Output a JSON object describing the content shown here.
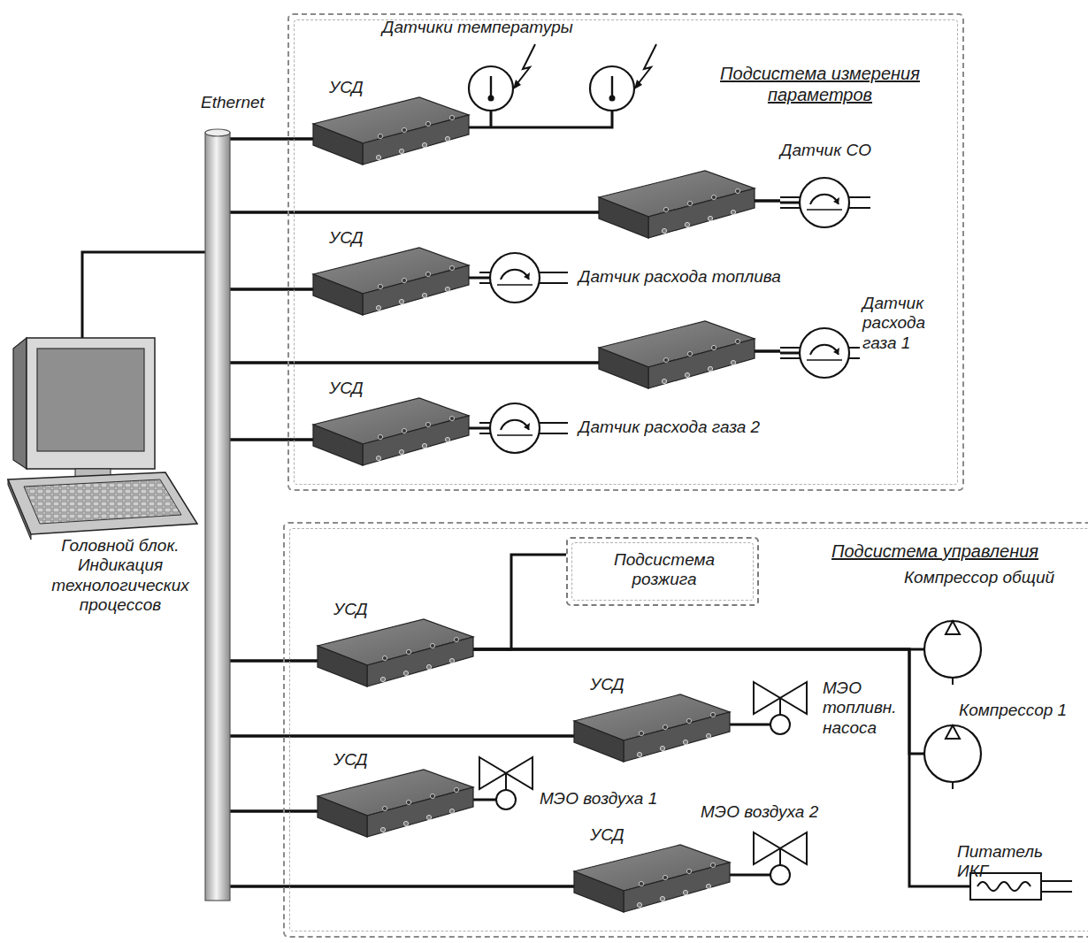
{
  "diagram": {
    "nodes": [
      {
        "text": [
          "Головной блок. Индикация технологических процессов"
        ]
      },
      {
        "text": [
          "Ethernet"
        ]
      },
      {
        "text": [
          "Подсистема измерения параметров"
        ]
      },
      {
        "text": [
          "УСД"
        ],
        "in": 2
      },
      {
        "text": [
          "Датчики температуры"
        ],
        "in": 2
      },
      {
        "text": [
          "Датчик CO"
        ],
        "in": 2
      },
      {
        "text": [
          "УСД"
        ],
        "in": 2
      },
      {
        "text": [
          "Датчик расхода топлива"
        ],
        "in": 2
      },
      {
        "text": [
          "Датчик расхода газа 1"
        ],
        "in": 2
      },
      {
        "text": [
          "УСД"
        ],
        "in": 2
      },
      {
        "text": [
          "Датчик расхода газа 2"
        ],
        "in": 2
      },
      {
        "text": [
          "Подсистема управления"
        ]
      },
      {
        "text": [
          "УСД"
        ],
        "in": 11
      },
      {
        "text": [
          "Подсистема розжига"
        ],
        "in": 11
      },
      {
        "text": [
          "Компрессор общий"
        ],
        "in": 11
      },
      {
        "text": [
          "Компрессор 1"
        ],
        "in": 11
      },
      {
        "text": [
          "УСД"
        ],
        "in": 11
      },
      {
        "text": [
          "МЭО топливн. насоса"
        ],
        "in": 11
      },
      {
        "text": [
          "УСД"
        ],
        "in": 11
      },
      {
        "text": [
          "МЭО воздуха 1"
        ],
        "in": 11
      },
      {
        "text": [
          "УСД"
        ],
        "in": 11
      },
      {
        "text": [
          "МЭО воздуха 2"
        ],
        "in": 11
      },
      {
        "text": [
          "Питатель ИКГ"
        ],
        "in": 11
      }
    ],
    "edges": [
      {
        "from": 0,
        "to": 1,
        "arrow": "none"
      },
      {
        "from": 1,
        "to": 3,
        "arrow": "none"
      },
      {
        "from": 3,
        "to": 4,
        "arrow": "none"
      },
      {
        "from": 1,
        "to": 5,
        "arrow": "none"
      },
      {
        "from": 1,
        "to": 6,
        "arrow": "none"
      },
      {
        "from": 6,
        "to": 7,
        "arrow": "none"
      },
      {
        "from": 1,
        "to": 8,
        "arrow": "none"
      },
      {
        "from": 1,
        "to": 9,
        "arrow": "none"
      },
      {
        "from": 9,
        "to": 10,
        "arrow": "none"
      },
      {
        "from": 1,
        "to": 12,
        "arrow": "none"
      },
      {
        "from": 12,
        "to": 13,
        "arrow": "none"
      },
      {
        "from": 12,
        "to": 14,
        "arrow": "none"
      },
      {
        "from": 12,
        "to": 15,
        "arrow": "none"
      },
      {
        "from": 12,
        "to": 22,
        "arrow": "none"
      },
      {
        "from": 1,
        "to": 16,
        "arrow": "none"
      },
      {
        "from": 16,
        "to": 17,
        "arrow": "none"
      },
      {
        "from": 1,
        "to": 18,
        "arrow": "none"
      },
      {
        "from": 18,
        "to": 19,
        "arrow": "none"
      },
      {
        "from": 1,
        "to": 20,
        "arrow": "none"
      },
      {
        "from": 20,
        "to": 21,
        "arrow": "none"
      }
    ]
  }
}
